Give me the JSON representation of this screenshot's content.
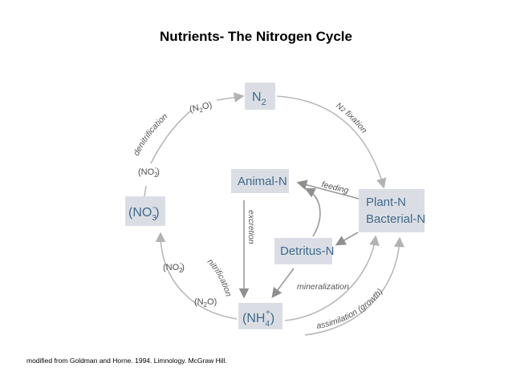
{
  "title": "Nutrients- The Nitrogen Cycle",
  "citation": "modified from Goldman and Horne. 1994. Limnology. McGraw Hill.",
  "nodes": {
    "n2": {
      "base": "N",
      "sub": "2"
    },
    "animal": {
      "label": "Animal-N"
    },
    "plant": {
      "line1": "Plant-N",
      "line2": "Bacterial-N"
    },
    "detritus": {
      "label": "Detritus-N"
    },
    "no3": {
      "open": "(NO",
      "sub": "3",
      "sup": "-",
      "close": ")"
    },
    "nh4": {
      "open": "(NH",
      "sub": "4",
      "sup": "+",
      "close": ")"
    }
  },
  "intermediates": {
    "n2o_top": {
      "open": "(N",
      "sub": "2",
      "close": "O)"
    },
    "no2_left": {
      "open": "(NO",
      "sub": "2",
      "sup": "-",
      "close": ")"
    },
    "no2_bottom": {
      "open": "(NO",
      "sub": "2",
      "sup": "-",
      "close": ")"
    },
    "n2o_bottom": {
      "open": "(N",
      "sub": "2",
      "close": "O)"
    }
  },
  "processes": {
    "denitrification": "denitrification",
    "n2_fixation_base": "N",
    "n2_fixation_sub": "2",
    "n2_fixation_rest": " fixation",
    "feeding": "feeding",
    "excretion": "excretion",
    "mineralization": "mineralization",
    "nitrification": "nitrification",
    "assimilation": "assimilation (growth)"
  },
  "colors": {
    "node_fill": "#dadee4",
    "node_text": "#3f6a8c",
    "arrow": "#b8b8b8"
  }
}
